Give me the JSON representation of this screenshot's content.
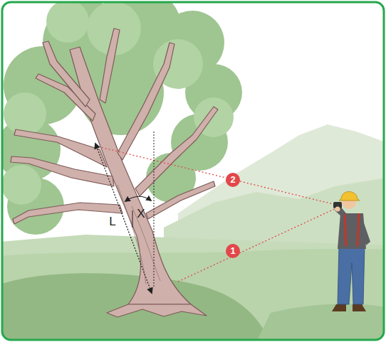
{
  "diagram": {
    "labels": [
      "2",
      "X",
      "L",
      "1"
    ]
  }
}
